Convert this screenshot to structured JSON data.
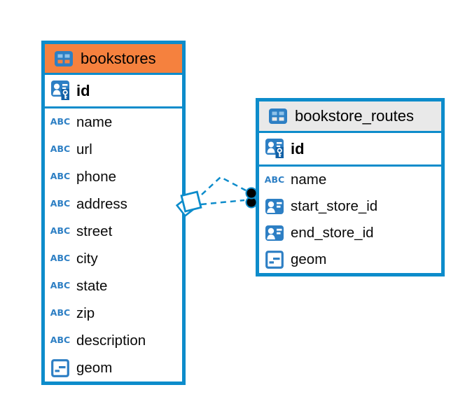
{
  "colors": {
    "background": "#ffffff",
    "table_border": "#0d8ccb",
    "selected_header": "#f5813e",
    "plain_header": "#e9e9e9",
    "icon_blue": "#2d7fc4",
    "icon_light_blue": "#8fc2e9",
    "key_badge_blue": "#1160a6",
    "connector_blue": "#0d8ccb",
    "connector_dot": "#000000",
    "text": "#000000"
  },
  "icons": {
    "text_type_glyph": "ABC"
  },
  "tables": [
    {
      "name": "bookstores",
      "selected": true,
      "primary_key": {
        "name": "id"
      },
      "columns": [
        {
          "name": "name",
          "type": "text"
        },
        {
          "name": "url",
          "type": "text"
        },
        {
          "name": "phone",
          "type": "text"
        },
        {
          "name": "address",
          "type": "text"
        },
        {
          "name": "street",
          "type": "text"
        },
        {
          "name": "city",
          "type": "text"
        },
        {
          "name": "state",
          "type": "text"
        },
        {
          "name": "zip",
          "type": "text"
        },
        {
          "name": "description",
          "type": "text"
        },
        {
          "name": "geom",
          "type": "geometry"
        }
      ]
    },
    {
      "name": "bookstore_routes",
      "selected": false,
      "primary_key": {
        "name": "id"
      },
      "columns": [
        {
          "name": "name",
          "type": "text"
        },
        {
          "name": "start_store_id",
          "type": "foreign-key"
        },
        {
          "name": "end_store_id",
          "type": "foreign-key"
        },
        {
          "name": "geom",
          "type": "geometry"
        }
      ]
    }
  ],
  "relationship": {
    "from_table": "bookstores",
    "to_table": "bookstore_routes",
    "line_style": "dashed",
    "line_count": 2
  }
}
